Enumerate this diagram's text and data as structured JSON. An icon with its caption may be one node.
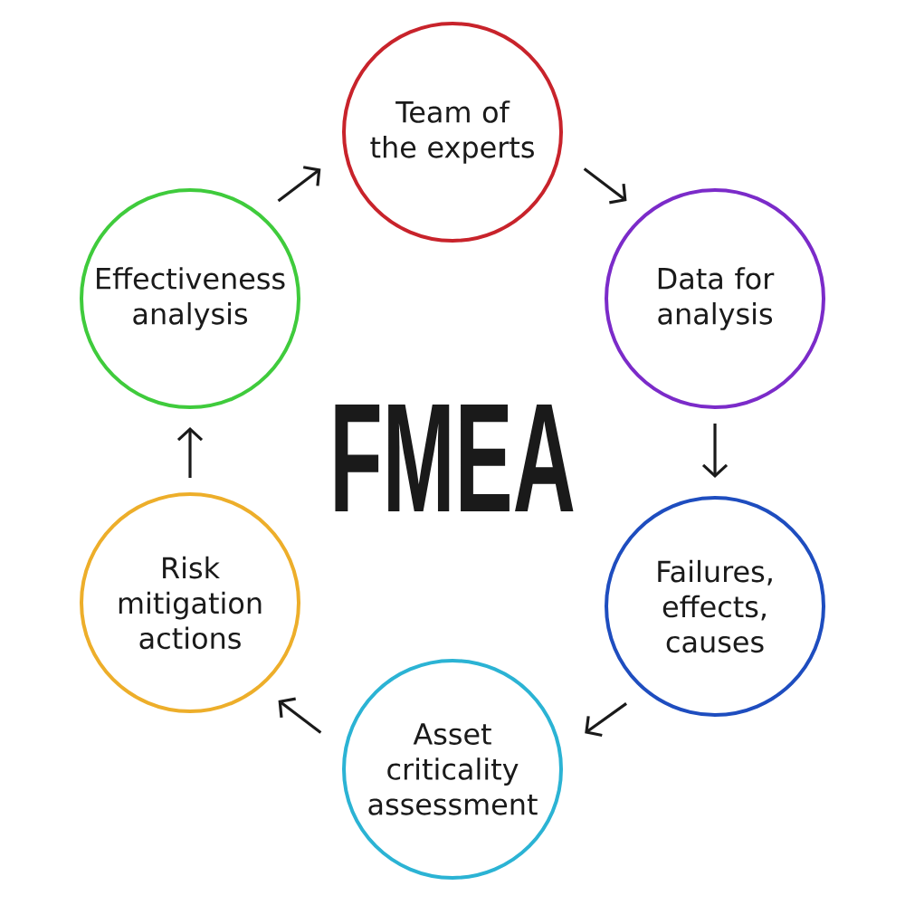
{
  "diagram": {
    "title": "FMEA",
    "nodes": [
      {
        "text": [
          "Team of the experts"
        ]
      },
      {
        "text": [
          "Data for analysis"
        ]
      },
      {
        "text": [
          "Failures, effects, causes"
        ]
      },
      {
        "text": [
          "Asset criticality assessment"
        ]
      },
      {
        "text": [
          "Risk mitigation actions"
        ]
      },
      {
        "text": [
          "Effectiveness analysis"
        ]
      }
    ],
    "edges": [
      {
        "from": 0,
        "to": 1,
        "arrow": "to"
      },
      {
        "from": 1,
        "to": 2,
        "arrow": "to"
      },
      {
        "from": 2,
        "to": 3,
        "arrow": "to"
      },
      {
        "from": 3,
        "to": 4,
        "arrow": "to"
      },
      {
        "from": 4,
        "to": 5,
        "arrow": "to"
      },
      {
        "from": 5,
        "to": 0,
        "arrow": "to"
      }
    ]
  }
}
